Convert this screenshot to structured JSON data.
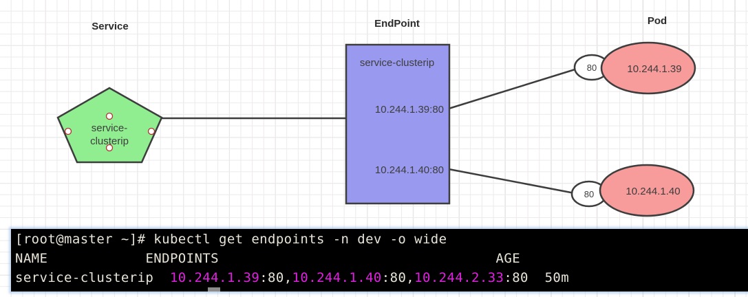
{
  "canvas": {
    "columns": [
      {
        "name": "service",
        "title": "Service"
      },
      {
        "name": "endpoint",
        "title": "EndPoint"
      },
      {
        "name": "pod",
        "title": "Pod"
      }
    ],
    "service_node": {
      "shape": "pentagon",
      "label_line1": "service-",
      "label_line2": "clusterip",
      "fill": "#90ee90",
      "stroke": "#3d3d3d"
    },
    "endpoint_node": {
      "shape": "rectangle",
      "title": "service-clusterip",
      "entries": [
        "10.244.1.39:80",
        "10.244.1.40:80"
      ],
      "fill": "#9999f0",
      "stroke": "#3d3d3d"
    },
    "pods": [
      {
        "port_label": "80",
        "ip": "10.244.1.39",
        "fill": "#f79b9b"
      },
      {
        "port_label": "80",
        "ip": "10.244.1.40",
        "fill": "#f79b9b"
      }
    ]
  },
  "terminal": {
    "prompt_line": "[root@master ~]# kubectl get endpoints -n dev -o wide",
    "header_row": {
      "name": "NAME",
      "endpoints": "ENDPOINTS",
      "age": "AGE"
    },
    "data_row": {
      "name": "service-clusterip",
      "ep1_ip": "10.244.1.39",
      "ep1_port": ":80,",
      "ep2_ip": "10.244.1.40",
      "ep2_port": ":80,",
      "ep3_ip": "10.244.2.33",
      "ep3_port": ":80",
      "age": "50m"
    },
    "colors": {
      "background": "#000000",
      "text": "#e8e4d8",
      "ip": "#e020e0"
    }
  }
}
